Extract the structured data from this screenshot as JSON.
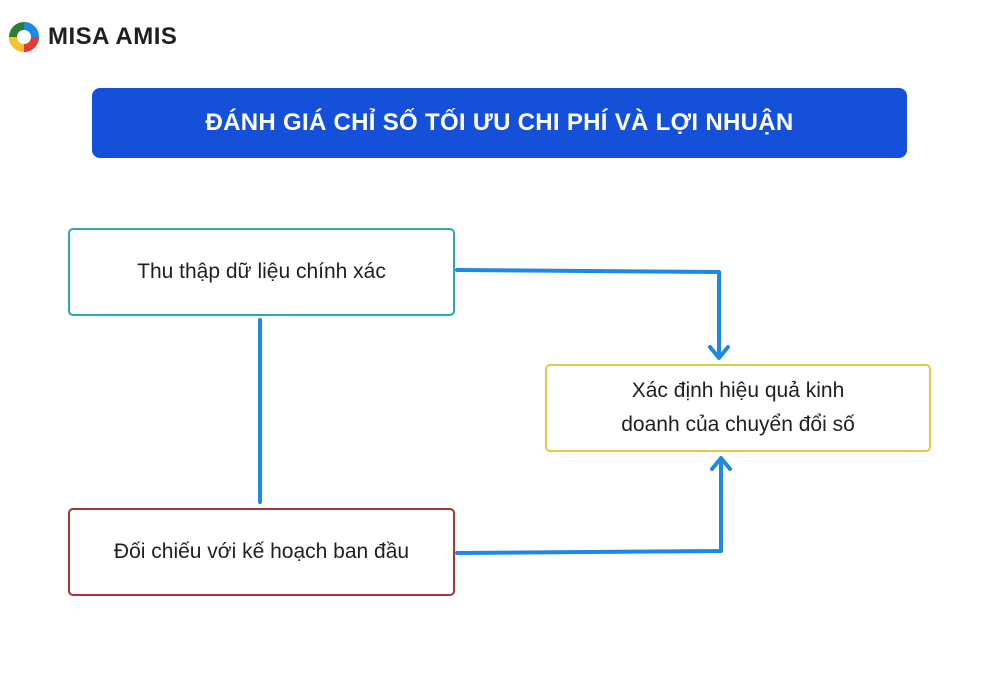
{
  "logo": {
    "text": "MISA AMIS",
    "icon": "misa-logo-icon"
  },
  "header": {
    "title": "ĐÁNH GIÁ CHỈ SỐ TỐI ƯU CHI PHÍ VÀ LỢI NHUẬN"
  },
  "nodes": {
    "collect": "Thu thập dữ liệu chính xác",
    "compare": "Đối chiếu với kế hoạch ban đầu",
    "result": "Xác định hiệu quả kinh doanh của chuyển đổi số"
  },
  "colors": {
    "title_bg": "#1551d8",
    "title_text": "#ffffff",
    "collect_border": "#2aa7b0",
    "compare_border": "#a4363a",
    "result_border": "#e8c64a",
    "connector": "#1e88e5"
  }
}
